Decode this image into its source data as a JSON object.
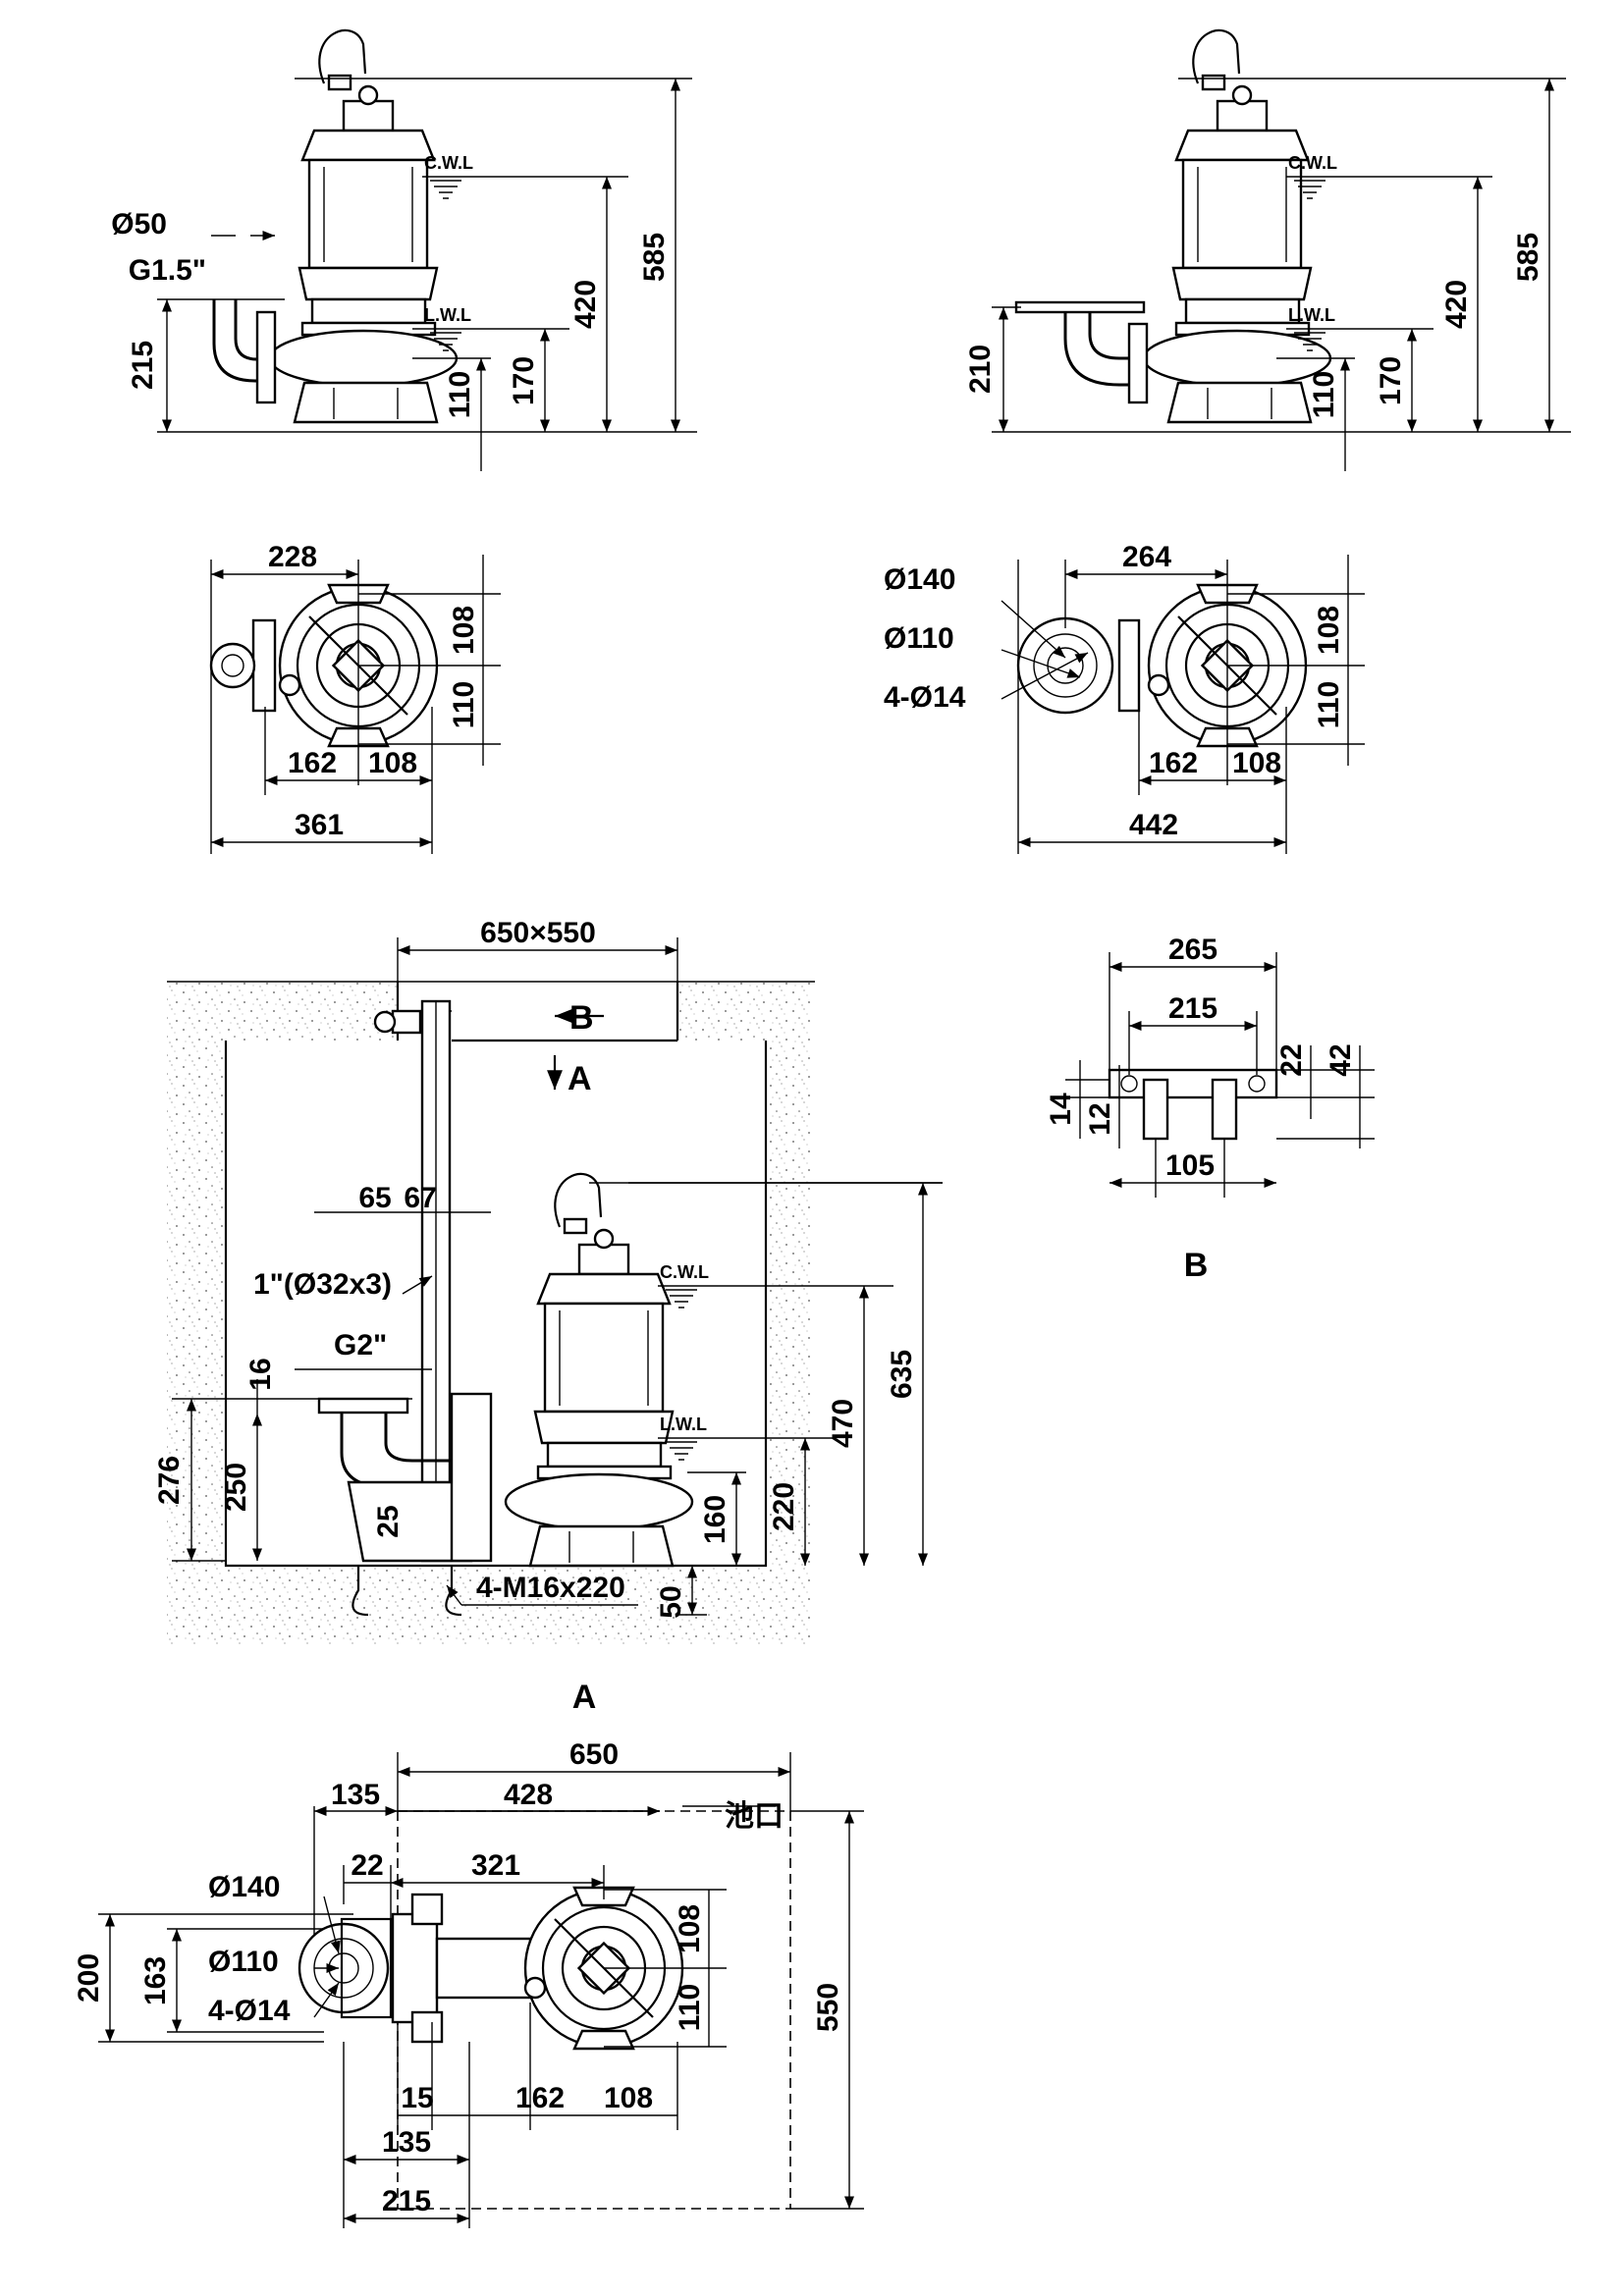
{
  "water_levels": {
    "cwl": "C.W.L",
    "lwl": "L.W.L"
  },
  "view1_elevation": {
    "pipe_dia": "Ø50",
    "thread": "G1.5\"",
    "dims": {
      "outlet_height": "215",
      "total_height": "585",
      "cwl_height": "420",
      "lwl_height": "170",
      "base_height": "110"
    }
  },
  "view2_elevation": {
    "dims": {
      "outlet_height": "210",
      "total_height": "585",
      "cwl_height": "420",
      "lwl_height": "170",
      "base_height": "110"
    }
  },
  "view1_plan": {
    "dims": {
      "top_width": "228",
      "upper": "108",
      "lower": "110",
      "left_part": "162",
      "right_part": "108",
      "overall": "361"
    }
  },
  "view2_plan": {
    "flange": {
      "outer": "Ø140",
      "bolt_circle": "Ø110",
      "holes": "4-Ø14"
    },
    "dims": {
      "top_width": "264",
      "upper": "108",
      "lower": "110",
      "left_part": "162",
      "right_part": "108",
      "overall": "442"
    }
  },
  "install_section": {
    "opening": "650×550",
    "marker_b": "B",
    "marker_a": "A",
    "rail_offsets": {
      "left": "65",
      "right": "67"
    },
    "guide_pipe": "1\"(Ø32x3)",
    "thread": "G2\"",
    "dims": {
      "flange_thk": "16",
      "coupling_h": "276",
      "outlet_h": "250",
      "base_gap": "25",
      "anchor": "4-M16x220",
      "pit_bottom": "50",
      "base_lvl": "160",
      "lwl_h": "220",
      "cwl_h": "470",
      "total_h": "635"
    }
  },
  "bracket_b": {
    "title": "B",
    "dims": {
      "overall": "265",
      "inner": "215",
      "height1": "22",
      "height2": "42",
      "plate": "14",
      "slot": "12",
      "spacing": "105"
    }
  },
  "plan_a": {
    "title": "A",
    "pit_mark": "池口",
    "flange": {
      "outer": "Ø140",
      "bolt_circle": "Ø110",
      "holes": "4-Ø14"
    },
    "dims": {
      "overall_w": "650",
      "offset_left": "135",
      "inner_w": "428",
      "flange_w": "22",
      "coupling_w": "321",
      "h_200": "200",
      "h_163": "163",
      "upper": "108",
      "lower": "110",
      "overall_h": "550",
      "gap_15": "15",
      "mid_162": "162",
      "right_108": "108",
      "bottom_135": "135",
      "bottom_215": "215"
    }
  }
}
